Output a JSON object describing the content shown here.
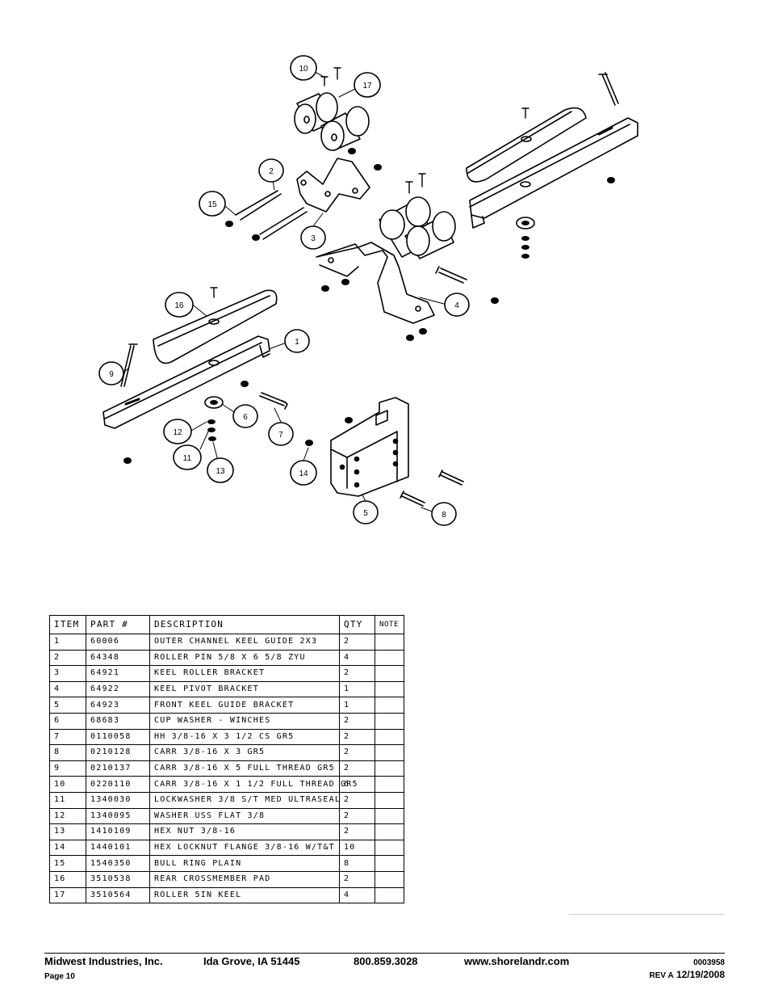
{
  "diagram": {
    "callouts": [
      "10",
      "17",
      "2",
      "15",
      "3",
      "16",
      "1",
      "9",
      "6",
      "12",
      "7",
      "11",
      "13",
      "14",
      "5",
      "8",
      "4"
    ]
  },
  "parts_table": {
    "headers": [
      "ITEM",
      "PART #",
      "DESCRIPTION",
      "QTY",
      "NOTE"
    ],
    "rows": [
      [
        "1",
        "60006",
        "OUTER CHANNEL KEEL GUIDE 2X3",
        "2",
        ""
      ],
      [
        "2",
        "64348",
        "ROLLER PIN  5/8 X 6 5/8 ZYU",
        "4",
        ""
      ],
      [
        "3",
        "64921",
        "KEEL ROLLER BRACKET",
        "2",
        ""
      ],
      [
        "4",
        "64922",
        "KEEL PIVOT BRACKET",
        "1",
        ""
      ],
      [
        "5",
        "64923",
        "FRONT KEEL GUIDE BRACKET",
        "1",
        ""
      ],
      [
        "6",
        "68683",
        "CUP WASHER - WINCHES",
        "2",
        ""
      ],
      [
        "7",
        "0110058",
        "HH 3/8-16 X 3 1/2 CS GR5",
        "2",
        ""
      ],
      [
        "8",
        "0210128",
        "CARR 3/8-16 X 3 GR5",
        "2",
        ""
      ],
      [
        "9",
        "0210137",
        "CARR 3/8-16 X 5 FULL THREAD GR5",
        "2",
        ""
      ],
      [
        "10",
        "0220110",
        "CARR 3/8-16 X 1 1/2 FULL THREAD GR5",
        "6",
        ""
      ],
      [
        "11",
        "1340030",
        "LOCKWASHER 3/8 S/T MED ULTRASEAL",
        "2",
        ""
      ],
      [
        "12",
        "1340095",
        "WASHER USS FLAT 3/8",
        "2",
        ""
      ],
      [
        "13",
        "1410109",
        "HEX NUT 3/8-16",
        "2",
        ""
      ],
      [
        "14",
        "1440101",
        "HEX LOCKNUT FLANGE 3/8-16 W/T&T",
        "10",
        ""
      ],
      [
        "15",
        "1540350",
        "BULL RING PLAIN",
        "8",
        ""
      ],
      [
        "16",
        "3510538",
        "REAR CROSSMEMBER PAD",
        "2",
        ""
      ],
      [
        "17",
        "3510564",
        "ROLLER 5IN KEEL",
        "4",
        ""
      ]
    ]
  },
  "footer": {
    "company": "Midwest Industries, Inc.",
    "city": "Ida Grove, IA  51445",
    "phone": "800.859.3028",
    "website": "www.shorelandr.com",
    "doc_number": "0003958",
    "page": "Page 10",
    "rev_label": "REV A",
    "rev_date": "12/19/2008"
  }
}
